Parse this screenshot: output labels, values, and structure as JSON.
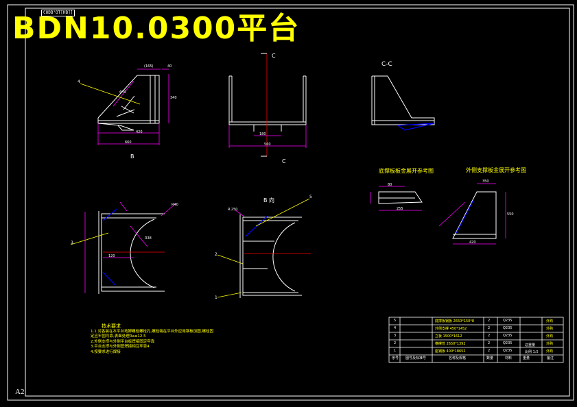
{
  "drawing": {
    "title": "BDN10.0300平台",
    "sheet_size": "A2",
    "stamp": "CODB'OT[HB]]"
  },
  "views": {
    "section_cc": "C-C",
    "cut_c_top": "C",
    "cut_c_bottom": "C",
    "view_b_arrow": "B",
    "view_b": "B 向",
    "dev_left_title": "底撑板板金展开参考图",
    "dev_right_title": "外侧支撑板金展开参考图"
  },
  "balloons": {
    "left_4": "4",
    "mid_3": "3",
    "b_1": "1",
    "b_2": "2",
    "b_5": "5"
  },
  "notes": {
    "heading": "技术要求",
    "lines": [
      "1.1.对各装在本平台地脚螺栓螺栓孔,螺栓端在平台外应用钢板加固,螺栓固",
      "   定应牢固可靠,表面处理Ra≤12.5",
      "2.外侧支撑与外侧平台板焊接固定牢靠",
      "3.平台支撑与外侧管焊接相互牢靠4",
      "4.按要求进行焊接"
    ]
  },
  "title_block": {
    "rows": [
      {
        "no": "5",
        "name": "底撑板钢板  2650*150*8",
        "qty": "2",
        "material": "Q235",
        "note": "外购"
      },
      {
        "no": "4",
        "name": "外侧支撑  450*1452",
        "qty": "2",
        "material": "Q235",
        "note": "外购"
      },
      {
        "no": "3",
        "name": "立板  1500*1612",
        "qty": "2",
        "material": "Q235",
        "note": "外购"
      },
      {
        "no": "2",
        "name": "横撑管  2650*1392",
        "qty": "2",
        "material": "Q235",
        "note": "外购"
      },
      {
        "no": "1",
        "name": "座钢板  400*18652",
        "qty": "2",
        "material": "Q235",
        "note": "外购"
      }
    ],
    "header": {
      "no": "序号",
      "code": "图号及标准号",
      "name": "名称及规格",
      "qty": "数量",
      "material": "材料",
      "weight": "重量",
      "note": "备注"
    },
    "scale": "比例 1:5",
    "weight_label": "总重量"
  },
  "dimensions": {
    "front_top": "(165)",
    "front_right_top": "40",
    "front_side": "340",
    "front_bottom1": "420",
    "front_bottom2": "660",
    "front_diag": "Φ70",
    "side_bottom1": "180",
    "side_bottom2": "560",
    "dev_left_top": "80",
    "dev_left_bottom": "255",
    "dev_right_top": "350",
    "dev_right_bottom": "420",
    "dev_right_side": "550",
    "plan_left": "120",
    "plan_r": "R38",
    "plan_r2": "R40",
    "b_r": "R.250"
  }
}
